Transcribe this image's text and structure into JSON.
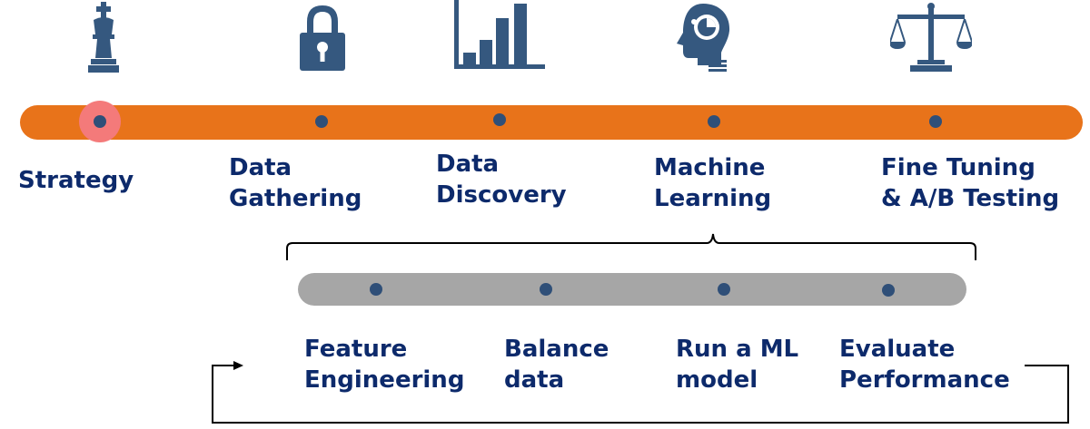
{
  "colors": {
    "navy": "#0d2a6b",
    "icon_blue": "#35587f",
    "orange": "#e8731a",
    "gray": "#a6a6a6",
    "highlight": "#f47a7a",
    "dot": "#2f4f78"
  },
  "main_steps": [
    {
      "icon": "chess-king-icon",
      "lines": [
        "Strategy"
      ]
    },
    {
      "icon": "padlock-icon",
      "lines": [
        "Data",
        "Gathering"
      ]
    },
    {
      "icon": "bar-chart-icon",
      "lines": [
        "Data",
        "Discovery"
      ]
    },
    {
      "icon": "head-gear-icon",
      "lines": [
        "Machine",
        "Learning"
      ]
    },
    {
      "icon": "balance-scale-icon",
      "lines": [
        "Fine Tuning",
        "& A/B Testing"
      ]
    }
  ],
  "sub_steps": [
    {
      "lines": [
        "Feature",
        "Engineering"
      ]
    },
    {
      "lines": [
        "Balance",
        "data"
      ]
    },
    {
      "lines": [
        "Run a ML",
        "model"
      ]
    },
    {
      "lines": [
        "Evaluate",
        "Performance"
      ]
    }
  ]
}
